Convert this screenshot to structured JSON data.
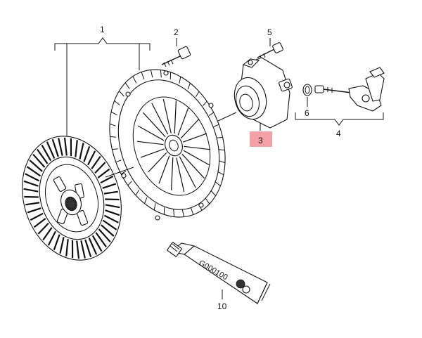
{
  "callouts": {
    "c1": "1",
    "c2": "2",
    "c3": "3",
    "c4": "4",
    "c5": "5",
    "c6": "6",
    "c10": "10"
  },
  "tube_label": "G000100",
  "highlight_color": "#f4a0a8"
}
